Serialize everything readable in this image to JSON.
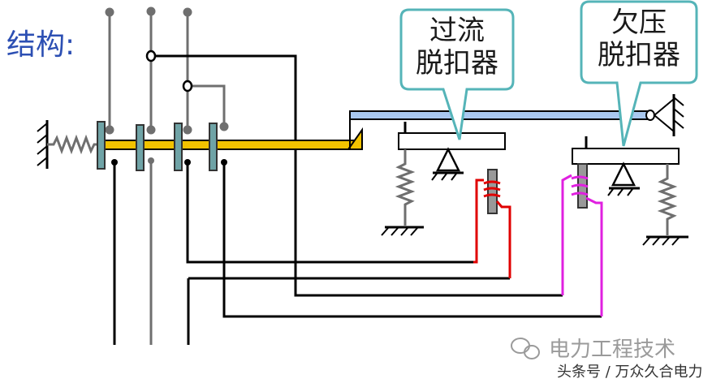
{
  "title": "结构:",
  "overcurrent_release": {
    "line1": "过流",
    "line2": "脱扣器"
  },
  "undervoltage_release": {
    "line1": "欠压",
    "line2": "脱扣器"
  },
  "watermark": {
    "brand": "电力工程技术",
    "source": "头条号 / 万众久合电力"
  },
  "colors": {
    "title": "#2c4fb3",
    "callout_border": "#55b4b8",
    "latch_bar": "#f2c200",
    "trip_bar": "#a9c8ef",
    "contact": "#6fa3a6",
    "overcurrent_coil": "#e00000",
    "undervoltage_coil": "#e020e0",
    "wire": "#000000",
    "terminal": "#6f6f6f"
  }
}
